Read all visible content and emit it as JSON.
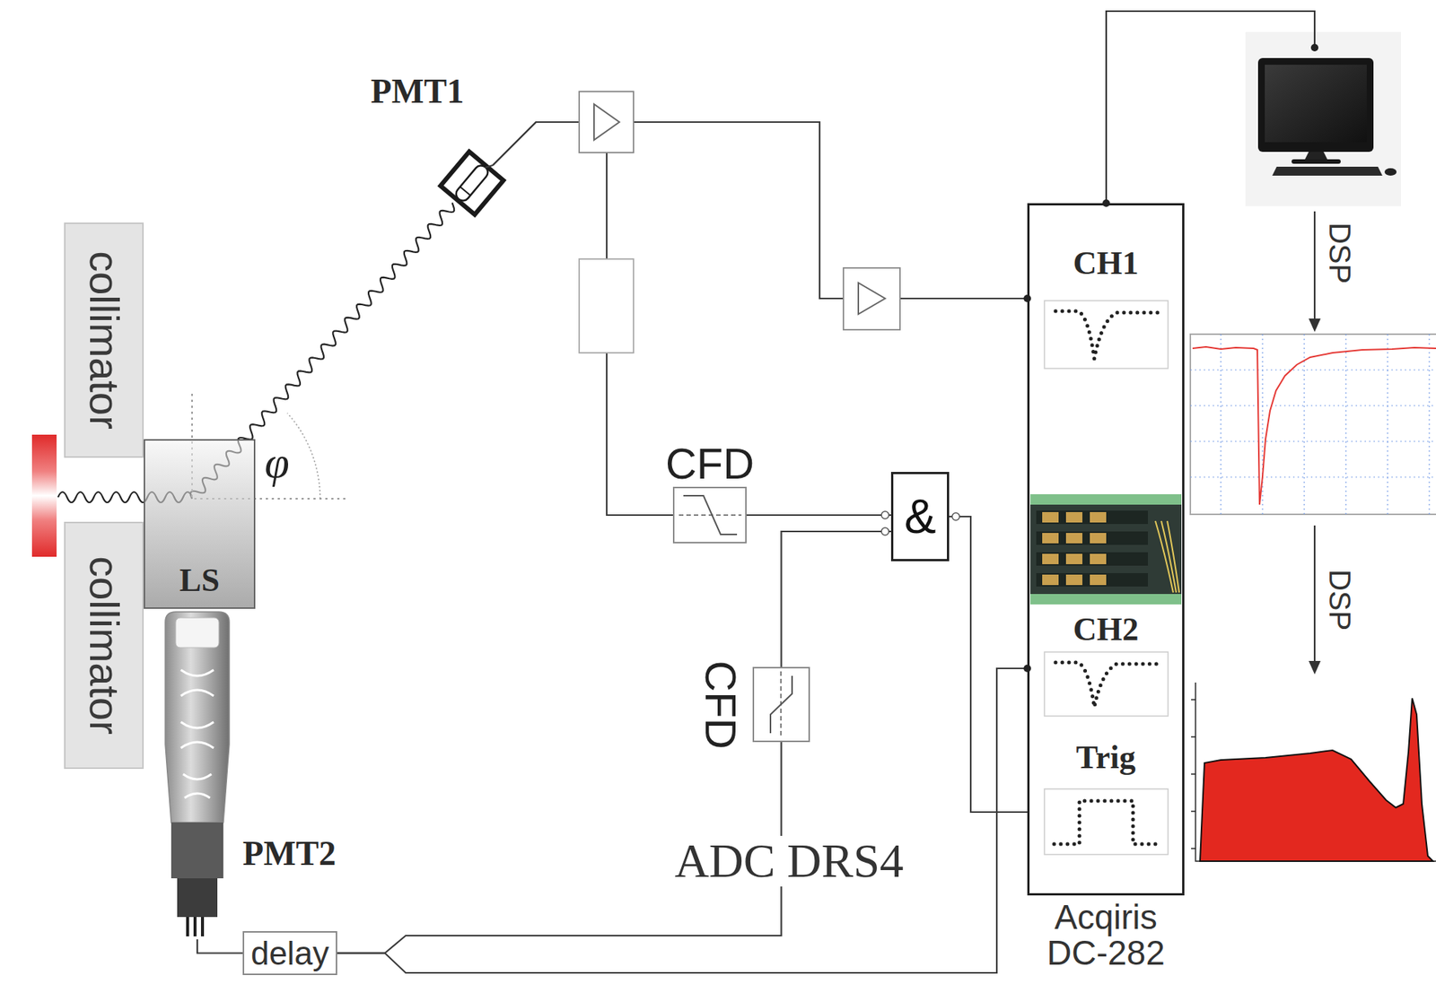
{
  "diagram": {
    "nodes": [
      {
        "text": [
          "collimator"
        ]
      },
      {
        "text": [
          "collimator"
        ]
      },
      {
        "text": [
          "LS"
        ]
      },
      {
        "text": [
          "PMT1"
        ]
      },
      {
        "text": [
          "PMT2"
        ]
      },
      {
        "text": [
          "CFD"
        ]
      },
      {
        "text": [
          "&"
        ]
      },
      {
        "text": [
          "CFD"
        ]
      },
      {
        "text": [
          "delay"
        ]
      },
      {
        "text": [
          "CH1",
          "CH2",
          "Trig",
          "Acqiris DC-282"
        ]
      }
    ],
    "edges": [
      {
        "from": 2,
        "to": 3,
        "arrow": "none"
      },
      {
        "from": 3,
        "to": 9,
        "arrow": "none"
      },
      {
        "from": 3,
        "to": 5,
        "arrow": "none"
      },
      {
        "from": 5,
        "to": 6,
        "arrow": "none"
      },
      {
        "from": 7,
        "to": 6,
        "arrow": "none"
      },
      {
        "from": 6,
        "to": 9,
        "arrow": "none"
      },
      {
        "from": 4,
        "to": 8,
        "arrow": "none"
      },
      {
        "from": 8,
        "to": 7,
        "arrow": "none"
      },
      {
        "from": 8,
        "to": 9,
        "arrow": "none"
      }
    ],
    "labels": [
      "φ",
      "ADC DRS4",
      "DSP",
      "DSP"
    ]
  }
}
